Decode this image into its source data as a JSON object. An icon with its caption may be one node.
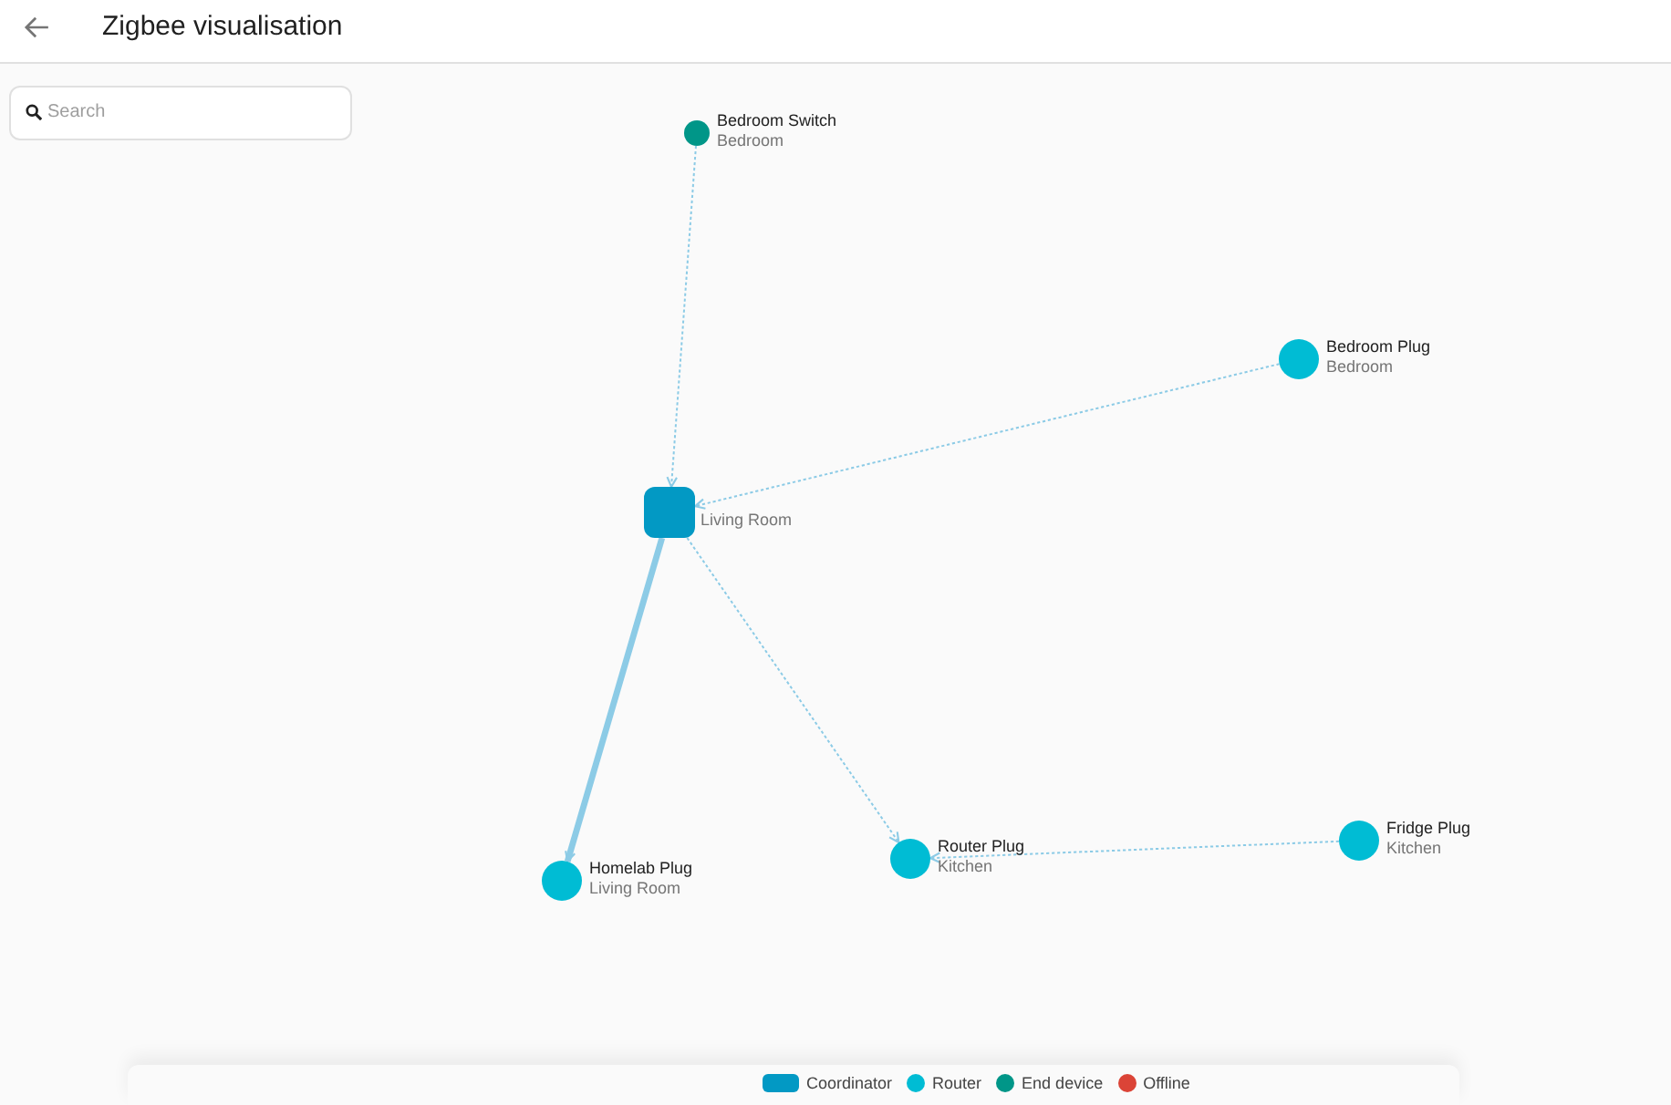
{
  "diagram": {
    "title": "Zigbee visualisation",
    "nodes": [
      {
        "text": [],
        "shape": "circle",
        "beside": [
          "Bedroom Switch",
          "Bedroom"
        ]
      },
      {
        "text": [],
        "shape": "circle",
        "beside": [
          "Bedroom Plug",
          "Bedroom"
        ]
      },
      {
        "text": [],
        "shape": "box",
        "beside": [
          "Living Room"
        ]
      },
      {
        "text": [],
        "shape": "circle",
        "beside": [
          "Homelab Plug",
          "Living Room"
        ]
      },
      {
        "text": [],
        "shape": "circle",
        "beside": [
          "Router Plug",
          "Kitchen"
        ]
      },
      {
        "text": [],
        "shape": "circle",
        "beside": [
          "Fridge Plug",
          "Kitchen"
        ]
      }
    ],
    "edges": [
      {
        "from": 0,
        "to": 2,
        "arrow": "to",
        "style": "dashed"
      },
      {
        "from": 1,
        "to": 2,
        "arrow": "to",
        "style": "dashed"
      },
      {
        "from": 2,
        "to": 3,
        "arrow": "to",
        "style": "thick"
      },
      {
        "from": 2,
        "to": 4,
        "arrow": "to",
        "style": "dashed"
      },
      {
        "from": 5,
        "to": 4,
        "arrow": "to",
        "style": "dashed"
      }
    ],
    "labels": [
      "Search"
    ],
    "legend": [
      {
        "text": "Coordinator",
        "color": "#0299c4"
      },
      {
        "text": "Router",
        "color": "#00bcd4"
      },
      {
        "text": "End device",
        "color": "#009688"
      },
      {
        "text": "Offline",
        "color": "#db4437"
      }
    ]
  }
}
